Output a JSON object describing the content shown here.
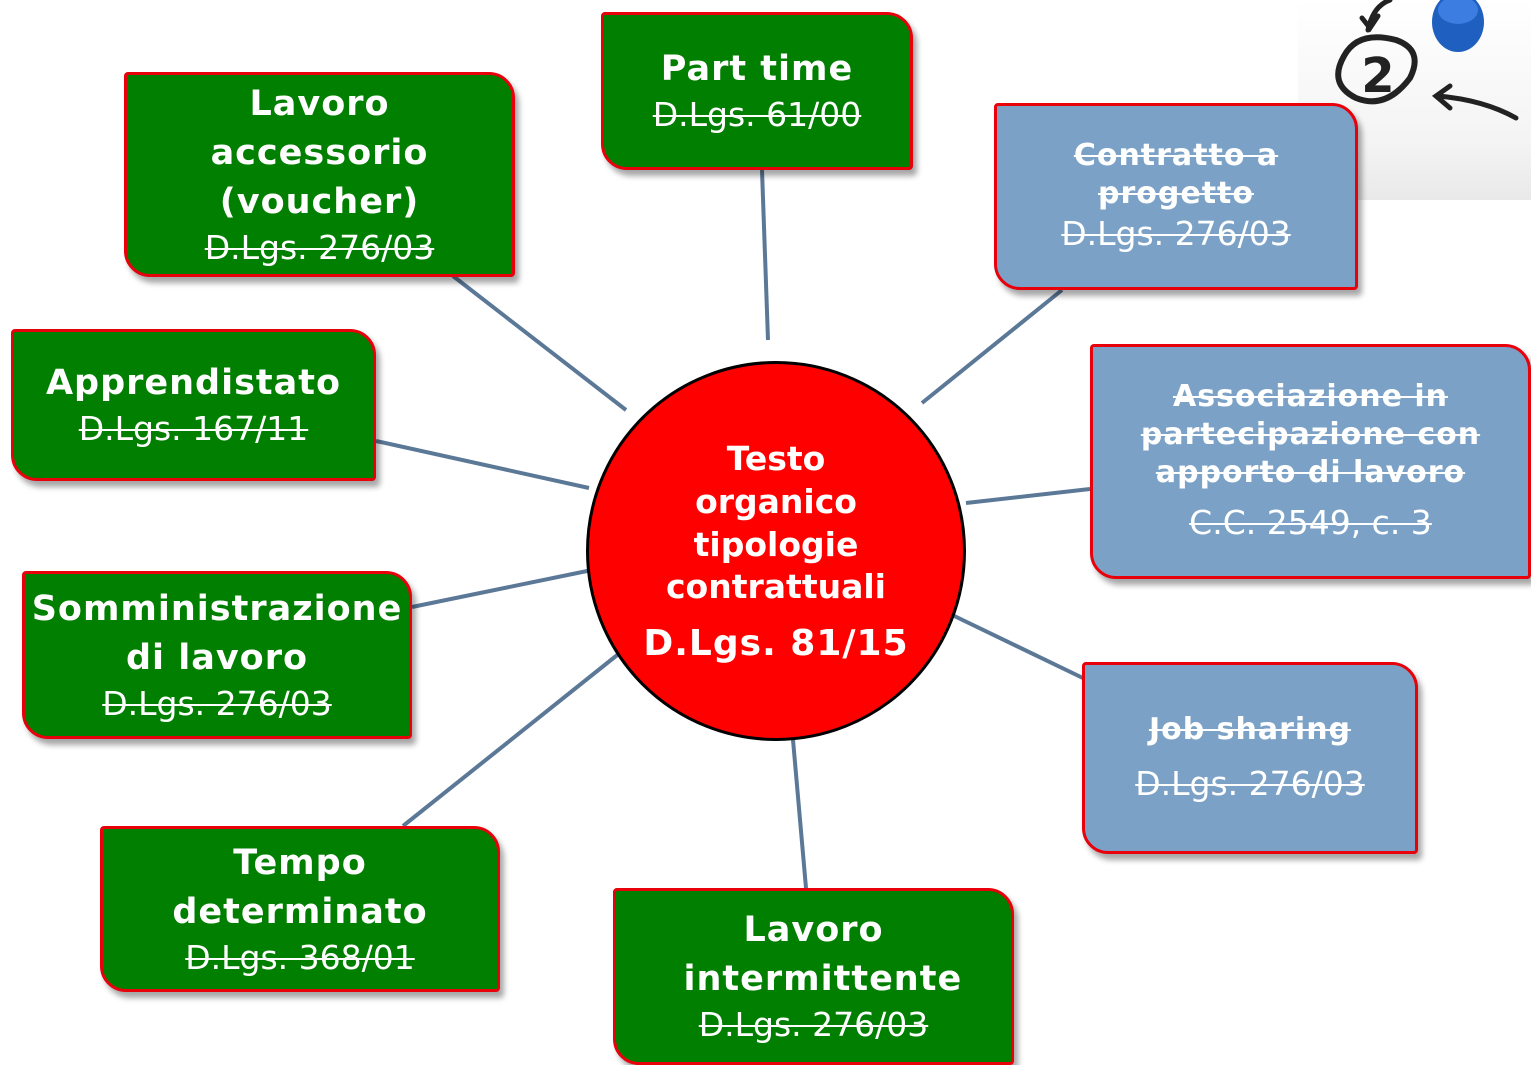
{
  "center": {
    "title": "Testo organico tipologie contrattuali",
    "law": "D.Lgs. 81/15"
  },
  "nodes": [
    {
      "id": "part-time",
      "title": "Part time",
      "law": "D.Lgs. 61/00",
      "color": "green"
    },
    {
      "id": "contratto-a-progetto",
      "title": "Contratto a progetto",
      "law": "D.Lgs. 276/03",
      "color": "blue"
    },
    {
      "id": "associazione-in-partecipazione",
      "title": "Associazione in partecipazione con apporto di lavoro",
      "law": "C.C. 2549, c. 3",
      "color": "blue"
    },
    {
      "id": "job-sharing",
      "title": "Job sharing",
      "law": "D.Lgs. 276/03",
      "color": "blue"
    },
    {
      "id": "lavoro-intermittente",
      "title": "Lavoro intermittente",
      "law": "D.Lgs. 276/03",
      "color": "green"
    },
    {
      "id": "tempo-determinato",
      "title": "Tempo determinato",
      "law": "D.Lgs. 368/01",
      "color": "green"
    },
    {
      "id": "somministrazione-di-lavoro",
      "title": "Somministrazione di lavoro",
      "law": "D.Lgs. 276/03",
      "color": "green"
    },
    {
      "id": "apprendistato",
      "title": "Apprendistato",
      "law": "D.Lgs. 167/11",
      "color": "green"
    },
    {
      "id": "lavoro-accessorio",
      "title": "Lavoro accessorio (voucher)",
      "law": "D.Lgs. 276/03",
      "color": "green"
    }
  ],
  "corner_image": {
    "glyph": "2"
  },
  "colors": {
    "green": "#007f00",
    "blue": "#7ba2c6",
    "center": "#ff0000",
    "border": "#e8000b",
    "connector": "#5b7897"
  }
}
